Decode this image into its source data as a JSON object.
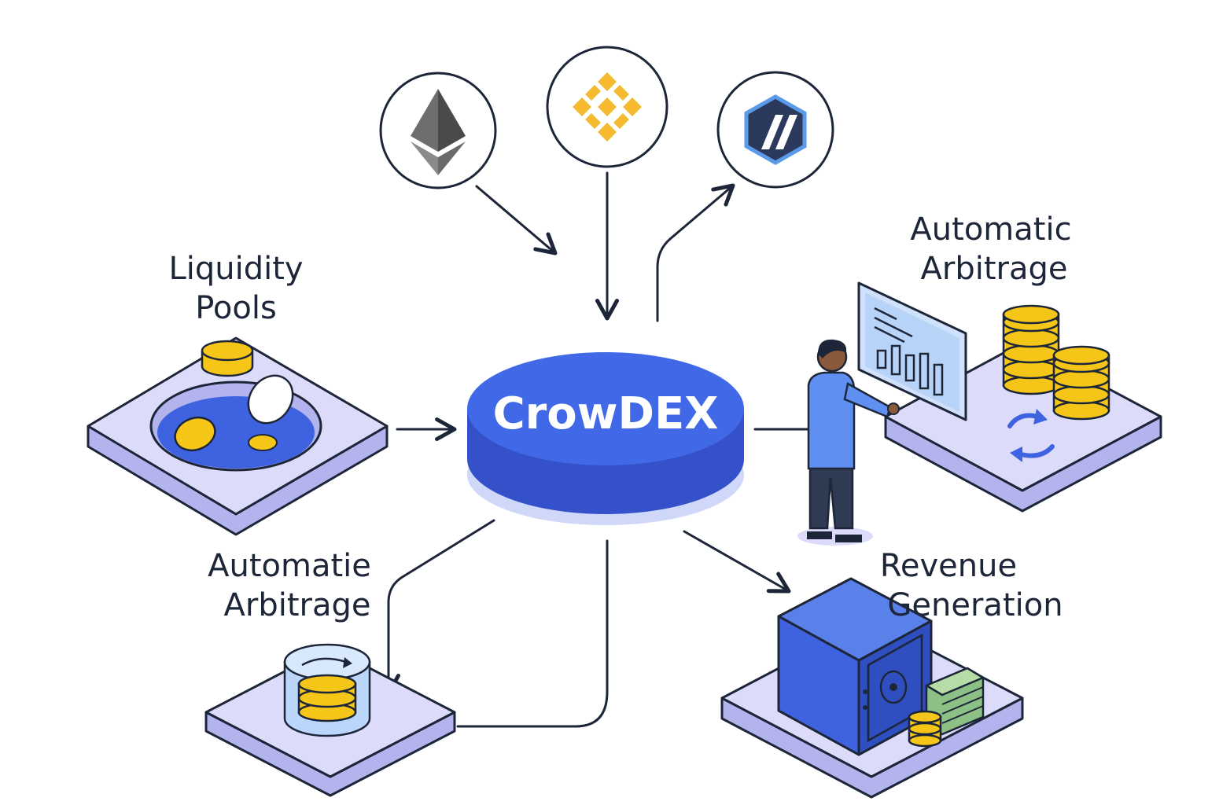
{
  "hub": {
    "label": "CrowDEX",
    "color": "#3f63e0"
  },
  "chains": [
    {
      "name": "ethereum-logo",
      "icon": "ethereum-icon"
    },
    {
      "name": "binance-logo",
      "icon": "binance-icon"
    },
    {
      "name": "arbitrum-logo",
      "icon": "arbitrum-icon"
    }
  ],
  "modules": {
    "liquidity_pools": {
      "line1": "Liquidity",
      "line2": "Pools"
    },
    "automatic_arbitrage_right": {
      "line1": "Automatic",
      "line2": "Arbitrage"
    },
    "automatic_arbitrage_left": {
      "line1": "Automatie",
      "line2": "Arbitrage"
    },
    "revenue_generation": {
      "line1": "Revenue",
      "line2": "Generation"
    }
  },
  "colors": {
    "platform_top": "#dcdcfa",
    "platform_side": "#b3b3ee",
    "coin": "#f5c518",
    "ink": "#1d2638",
    "blue": "#3f63e0"
  }
}
